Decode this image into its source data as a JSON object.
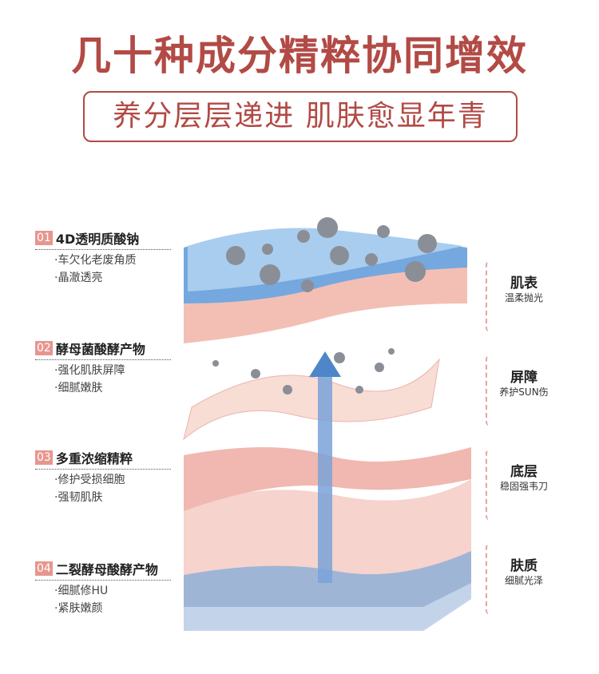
{
  "title": "几十种成分精粹协同增效",
  "subtitle": "养分层层递进 肌肤愈显年青",
  "ingredients": [
    {
      "num": "01",
      "name": "4D透明质酸钠",
      "points": [
        "车欠化老废角质",
        "晶澈透亮"
      ]
    },
    {
      "num": "02",
      "name": "酵母菌酸酵产物",
      "points": [
        "强化肌肤屏障",
        "细腻嫩肤"
      ]
    },
    {
      "num": "03",
      "name": "多重浓缩精粹",
      "points": [
        "修护受损细胞",
        "强韧肌肤"
      ]
    },
    {
      "num": "04",
      "name": "二裂酵母酸酵产物",
      "points": [
        "细腻修HU",
        "紧肤嫩颜"
      ]
    }
  ],
  "layers": [
    {
      "name": "肌表",
      "desc": "温柔抛光"
    },
    {
      "name": "屏障",
      "desc": "养护SUN伤"
    },
    {
      "name": "底层",
      "desc": "稳固强韦刀"
    },
    {
      "name": "肤质",
      "desc": "细腻光泽"
    }
  ],
  "colors": {
    "accent": "#b24a45",
    "badge": "#e7968f"
  }
}
